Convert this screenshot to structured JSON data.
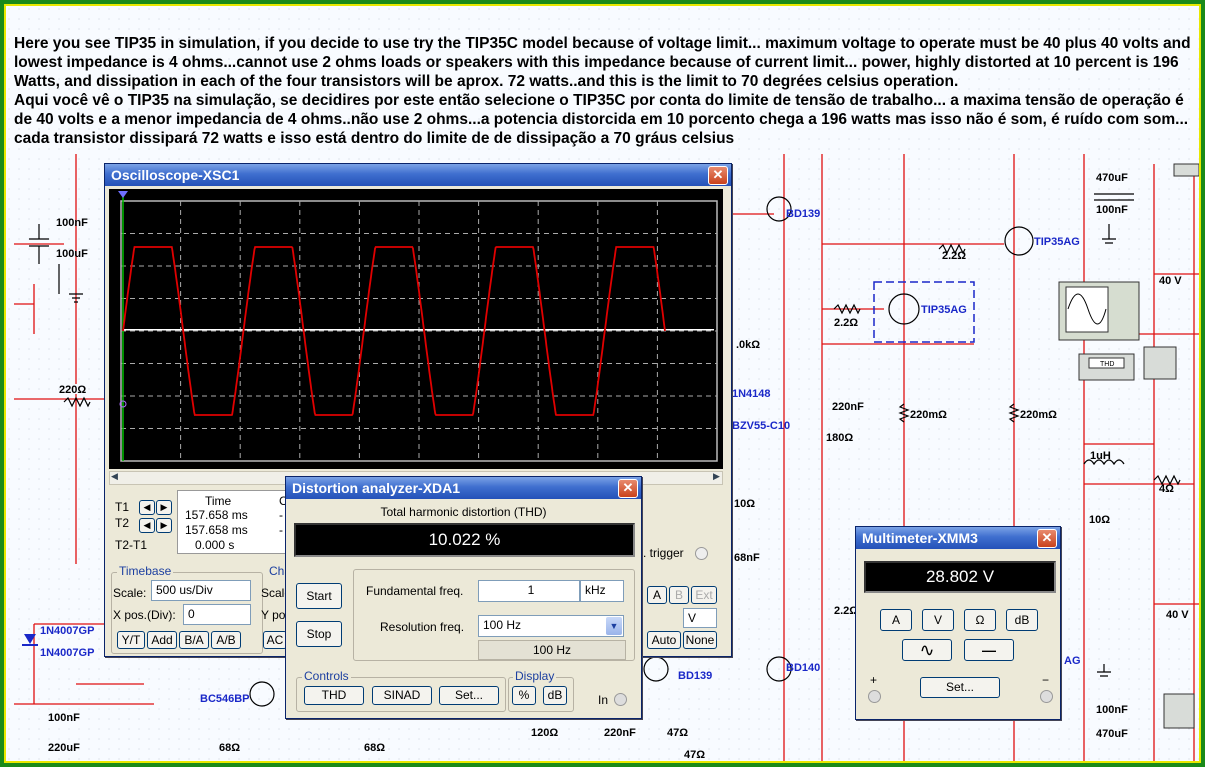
{
  "caption": {
    "english": "Here you see TIP35 in simulation, if you decide to use try the TIP35C model because of voltage limit... maximum voltage to operate must be 40 plus 40 volts and lowest impedance is 4 ohms...cannot use 2 ohms loads or speakers with this impedance because of current limit... power, highly distorted at 10 percent  is 196 Watts, and dissipation in each of the four transistors will be aprox. 72 watts..and this is the limit to 70 degrées celsius operation.",
    "portuguese": "Aqui você vê o TIP35 na simulação, se decidires por este então selecione o TIP35C por conta do limite de tensão de trabalho... a maxima tensão de operação é de 40 volts e a menor impedancia de 4 ohms..não use 2 ohms...a potencia distorcida em 10 porcento chega a 196 watts mas isso não é som, é ruído com som... cada transistor dissipará 72 watts e isso está dentro do limite de de dissipação a 70 gráus celsius"
  },
  "schematic": {
    "labels": {
      "c100nf_tl": "100nF",
      "c100uf_tl": "100uF",
      "r220_left": "220Ω",
      "bd139_top": "BD139",
      "r22_a": "2.2Ω",
      "tip35ag_top": "TIP35AG",
      "r22_b": "2.2Ω",
      "tip35ag_mid": "TIP35AG",
      "c470uf_tr": "470uF",
      "c100nf_tr": "100nF",
      "v40_top": "40 V",
      "r1k": ".0kΩ",
      "d1n4148": "1N4148",
      "bzv": "BZV55-C10",
      "c220nf_mid": "220nF",
      "r180": "180Ω",
      "r220m_a": "220mΩ",
      "r220m_b": "220mΩ",
      "l1uh": "1uH",
      "r4": "4Ω",
      "r10": "10Ω",
      "r10_mid": "10Ω",
      "c68nf": "68nF",
      "r22_c": "2.2Ω",
      "v40_bot": "40 V",
      "ag_bot": "AG",
      "d1n4007_a": "1N4007GP",
      "d1n4007_b": "1N4007GP",
      "bc546": "BC546BP",
      "c100nf_bl": "100nF",
      "c220uf_bl": "220uF",
      "r68_a": "68Ω",
      "r68_b": "68Ω",
      "r120": "120Ω",
      "c220nf_bot": "220nF",
      "r47_a": "47Ω",
      "r47_b": "47Ω",
      "bd139_bot": "BD139",
      "bd140": "BD140",
      "c100nf_br": "100nF",
      "c470uf_br": "470uF",
      "thd_box": "THD"
    }
  },
  "oscilloscope": {
    "title": "Oscilloscope-XSC1",
    "close_glyph": "✕",
    "time_header": "Time",
    "t1_label": "T1",
    "t2_label": "T2",
    "t2t1_label": "T2-T1",
    "t1_time": "157.658 ms",
    "t2_time": "157.658 ms",
    "diff_time": "0.000 s",
    "t1_ch": "-",
    "t2_ch": "-",
    "ch_header": "C",
    "timebase": {
      "title": "Timebase",
      "scale_label": "Scale:",
      "scale_value": "500 us/Div",
      "xpos_label": "X pos.(Div):",
      "xpos_value": "0"
    },
    "channel": {
      "title": "Cha",
      "scale_label": "Scale",
      "ypos_label": "Y po"
    },
    "mode_buttons": [
      "Y/T",
      "Add",
      "B/A",
      "A/B"
    ],
    "ac_button": "AC",
    "trigger_label": ". trigger",
    "trigger_buttons": [
      "A",
      "B",
      "Ext"
    ],
    "trigger_field": "V",
    "auto_button": "Auto",
    "none_button": "None",
    "arrow_left": "◀",
    "arrow_right": "▶",
    "waveform": {
      "color": "#e00000",
      "centerline_color": "#ffffff",
      "cycles": 4.5
    }
  },
  "distortion": {
    "title": "Distortion analyzer-XDA1",
    "close_glyph": "✕",
    "thd_header": "Total harmonic distortion (THD)",
    "thd_value": "10.022 %",
    "start_button": "Start",
    "stop_button": "Stop",
    "fund_label": "Fundamental freq.",
    "fund_value": "1",
    "fund_unit": "kHz",
    "res_label": "Resolution freq.",
    "res_value": "100 Hz",
    "res_readout": "100 Hz",
    "controls_title": "Controls",
    "display_title": "Display",
    "thd_button": "THD",
    "sinad_button": "SINAD",
    "set_button": "Set...",
    "pct_button": "%",
    "db_button": "dB",
    "in_label": "In"
  },
  "multimeter": {
    "title": "Multimeter-XMM3",
    "close_glyph": "✕",
    "value": "28.802 V",
    "buttons": [
      "A",
      "V",
      "Ω",
      "dB"
    ],
    "ac_glyph": "∿",
    "dc_glyph": "—",
    "set_button": "Set...",
    "plus": "+",
    "minus": "−"
  }
}
